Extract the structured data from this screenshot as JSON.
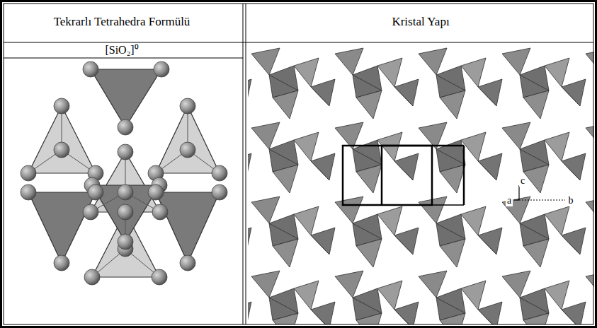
{
  "diagram": {
    "labels": [
      "Tekrarlı Tetrahedra Formülü",
      "Kristal Yapı",
      "[SiO₂]⁰",
      "c",
      "a",
      "b"
    ]
  }
}
